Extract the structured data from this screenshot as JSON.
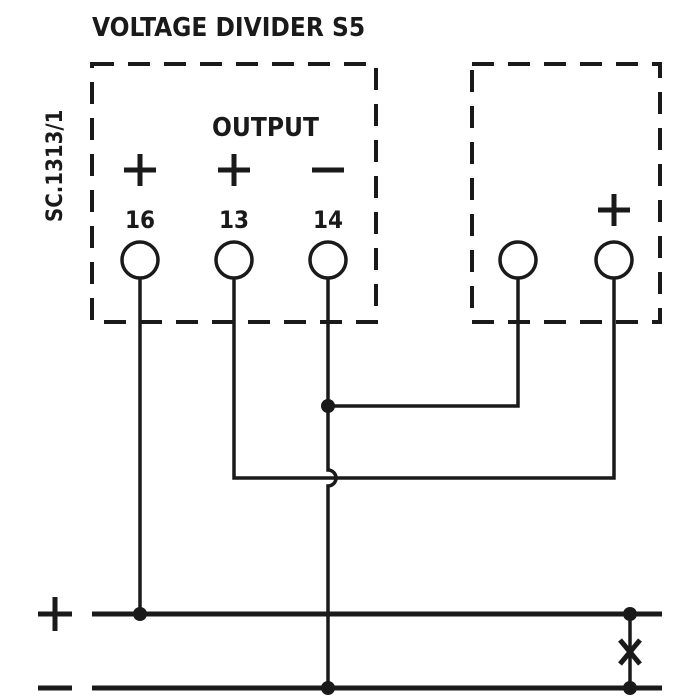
{
  "diagram": {
    "title": "VOLTAGE DIVIDER S5",
    "code": "SC.1313/1",
    "output_label": "OUTPUT",
    "terminals": [
      {
        "number": "16",
        "polarity": "+"
      },
      {
        "number": "13",
        "polarity": "+"
      },
      {
        "number": "14",
        "polarity": "−"
      }
    ],
    "right_device": {
      "terminals": [
        {
          "number": "",
          "polarity": ""
        },
        {
          "number": "",
          "polarity": "+"
        }
      ]
    },
    "rails": [
      {
        "polarity": "+"
      },
      {
        "polarity": "−"
      }
    ],
    "colors": {
      "line": "#1a1a1a",
      "background": "#ffffff"
    }
  }
}
